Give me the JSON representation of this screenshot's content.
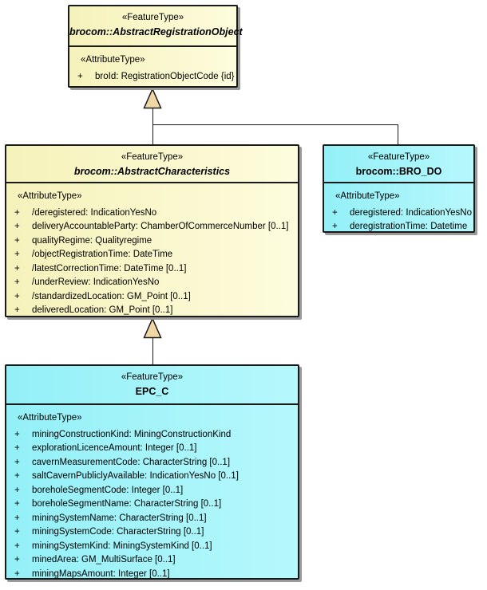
{
  "colors": {
    "line": "#1a1a1a",
    "shadow": "#9a9a9a",
    "yellow_left": "#f6f2bb",
    "yellow_right": "#fdfcdd",
    "cyan_left": "#93f0f7",
    "cyan_right": "#b6f8fc",
    "triangle_fill": "#f0d8a6"
  },
  "classes": {
    "registrationObject": {
      "stereotype": "«FeatureType»",
      "name": "brocom::AbstractRegistrationObject",
      "attr_header": "«AttributeType»",
      "attrs": [
        {
          "vis": "+",
          "text": "broId: RegistrationObjectCode {id}"
        }
      ]
    },
    "abstractCharacteristics": {
      "stereotype": "«FeatureType»",
      "name": "brocom::AbstractCharacteristics",
      "attr_header": "«AttributeType»",
      "attrs": [
        {
          "vis": "+",
          "text": "/deregistered: IndicationYesNo"
        },
        {
          "vis": "+",
          "text": "deliveryAccountableParty: ChamberOfCommerceNumber [0..1]"
        },
        {
          "vis": "+",
          "text": "qualityRegime: Qualityregime"
        },
        {
          "vis": "+",
          "text": "/objectRegistrationTime: DateTime"
        },
        {
          "vis": "+",
          "text": "/latestCorrectionTime: DateTime [0..1]"
        },
        {
          "vis": "+",
          "text": "/underReview: IndicationYesNo"
        },
        {
          "vis": "+",
          "text": "/standardizedLocation: GM_Point [0..1]"
        },
        {
          "vis": "+",
          "text": "deliveredLocation: GM_Point [0..1]"
        }
      ]
    },
    "broDo": {
      "stereotype": "«FeatureType»",
      "name": "brocom::BRO_DO",
      "attr_header": "«AttributeType»",
      "attrs": [
        {
          "vis": "+",
          "text": "deregistered: IndicationYesNo"
        },
        {
          "vis": "+",
          "text": "deregistrationTime: Datetime"
        }
      ]
    },
    "epcC": {
      "stereotype": "«FeatureType»",
      "name": "EPC_C",
      "attr_header": "«AttributeType»",
      "attrs": [
        {
          "vis": "+",
          "text": "miningConstructionKind: MiningConstructionKind"
        },
        {
          "vis": "+",
          "text": "explorationLicenceAmount: Integer [0..1]"
        },
        {
          "vis": "+",
          "text": "cavernMeasurementCode: CharacterString [0..1]"
        },
        {
          "vis": "+",
          "text": "saltCavernPubliclyAvailable: IndicationYesNo [0..1]"
        },
        {
          "vis": "+",
          "text": "boreholeSegmentCode: Integer [0..1]"
        },
        {
          "vis": "+",
          "text": "boreholeSegmentName: CharacterString [0..1]"
        },
        {
          "vis": "+",
          "text": "miningSystemName: CharacterString [0..1]"
        },
        {
          "vis": "+",
          "text": "miningSystemCode: CharacterString [0..1]"
        },
        {
          "vis": "+",
          "text": "miningSystemKind: MiningSystemKind [0..1]"
        },
        {
          "vis": "+",
          "text": "minedArea: GM_MultiSurface [0..1]"
        },
        {
          "vis": "+",
          "text": "miningMapsAmount: Integer [0..1]"
        }
      ]
    }
  }
}
